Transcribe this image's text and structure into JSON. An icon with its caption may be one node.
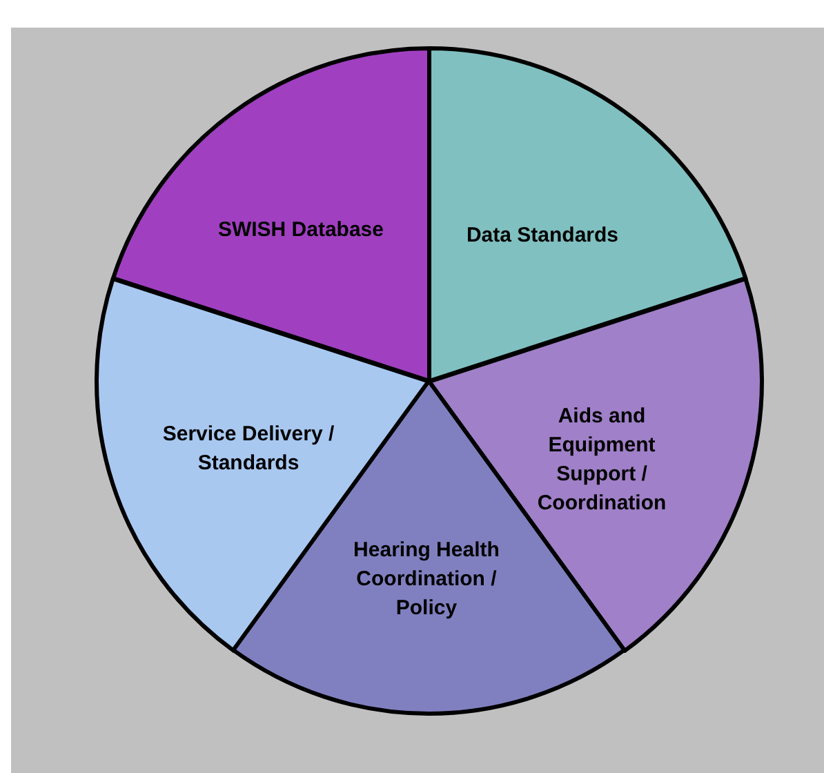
{
  "diagram": {
    "nodes": [
      {
        "text": [
          "SWISH Database"
        ]
      },
      {
        "text": [
          "Data Standards"
        ]
      },
      {
        "text": [
          "Service Delivery / Standards"
        ]
      },
      {
        "text": [
          "Aids and Equipment Support / Coordination"
        ]
      },
      {
        "text": [
          "Hearing Health Coordination / Policy"
        ]
      }
    ]
  }
}
